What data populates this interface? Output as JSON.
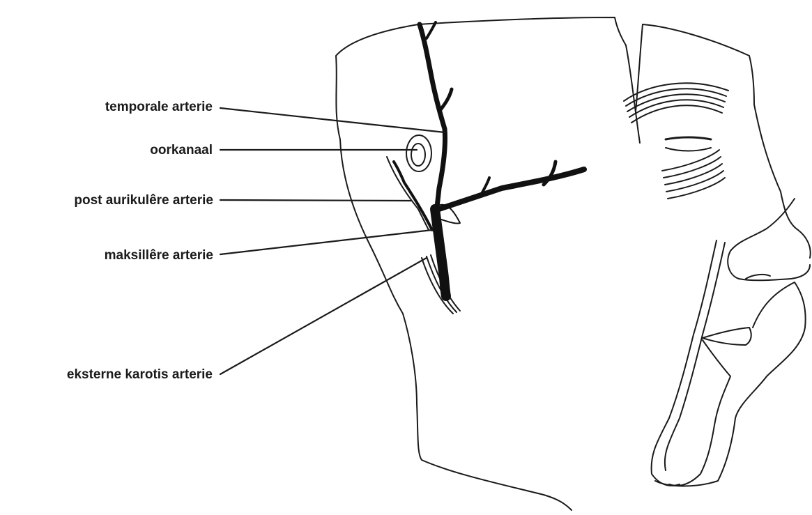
{
  "labels": {
    "temporal_artery": "temporale arterie",
    "ear_canal": "oorkanaal",
    "posterior_auricular_artery": "post aurikulêre arterie",
    "maxillary_artery": "maksillêre arterie",
    "external_carotid_artery": "eksterne karotis arterie"
  }
}
